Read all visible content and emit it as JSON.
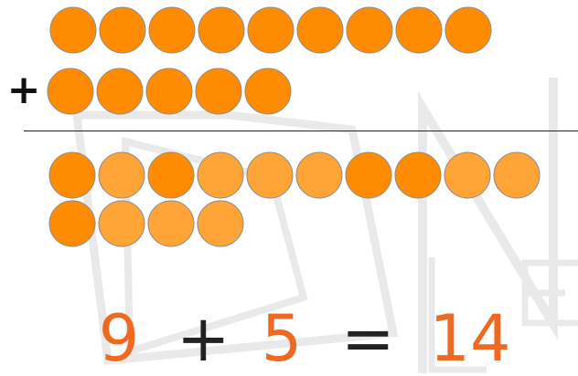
{
  "problem": {
    "first_addend": 9,
    "second_addend": 5,
    "sum": 14,
    "plus_sign": "+"
  },
  "equation": {
    "first": "9",
    "operator": "+",
    "second": "5",
    "equals": "=",
    "result": "14"
  },
  "colors": {
    "solid_counter": "#FF8C00",
    "light_counter": "#FFA437",
    "counter_outline": "#8A8A8A",
    "equation_number": "#EE6A22",
    "equation_symbol": "#222222",
    "watermark": "#E9E9E9"
  },
  "answer_rows": [
    [
      "solid",
      "light",
      "solid",
      "light",
      "light",
      "light",
      "solid",
      "solid",
      "light",
      "light"
    ],
    [
      "solid",
      "light",
      "light",
      "light"
    ]
  ]
}
